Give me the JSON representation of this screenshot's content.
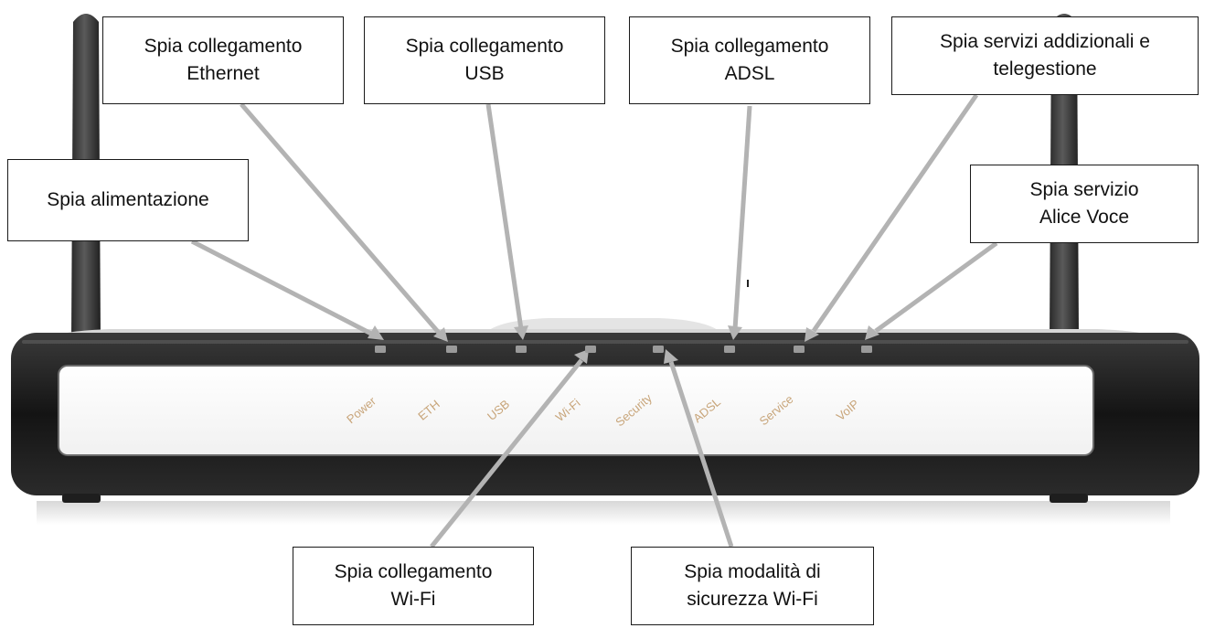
{
  "router": {
    "led_labels": [
      "Power",
      "ETH",
      "USB",
      "Wi-Fi",
      "Security",
      "ADSL",
      "Service",
      "VoIP"
    ],
    "colors": {
      "body_dark": "#1c1c1c",
      "panel_white": "#fbfbfb",
      "antenna": "#3a3a3a",
      "led": "#9a9a9a",
      "led_label": "#c8a57a",
      "leader_line": "#b3b3b3"
    }
  },
  "callouts": {
    "power": {
      "line1": "Spia alimentazione",
      "line2": ""
    },
    "eth": {
      "line1": "Spia collegamento",
      "line2": "Ethernet"
    },
    "usb": {
      "line1": "Spia collegamento",
      "line2": "USB"
    },
    "adsl": {
      "line1": "Spia collegamento",
      "line2": "ADSL"
    },
    "service": {
      "line1": "Spia servizi addizionali e",
      "line2": "telegestione"
    },
    "voip": {
      "line1": "Spia servizio",
      "line2": "Alice Voce"
    },
    "wifi": {
      "line1": "Spia collegamento",
      "line2": "Wi-Fi"
    },
    "security": {
      "line1": "Spia modalità di",
      "line2": "sicurezza Wi-Fi"
    }
  }
}
